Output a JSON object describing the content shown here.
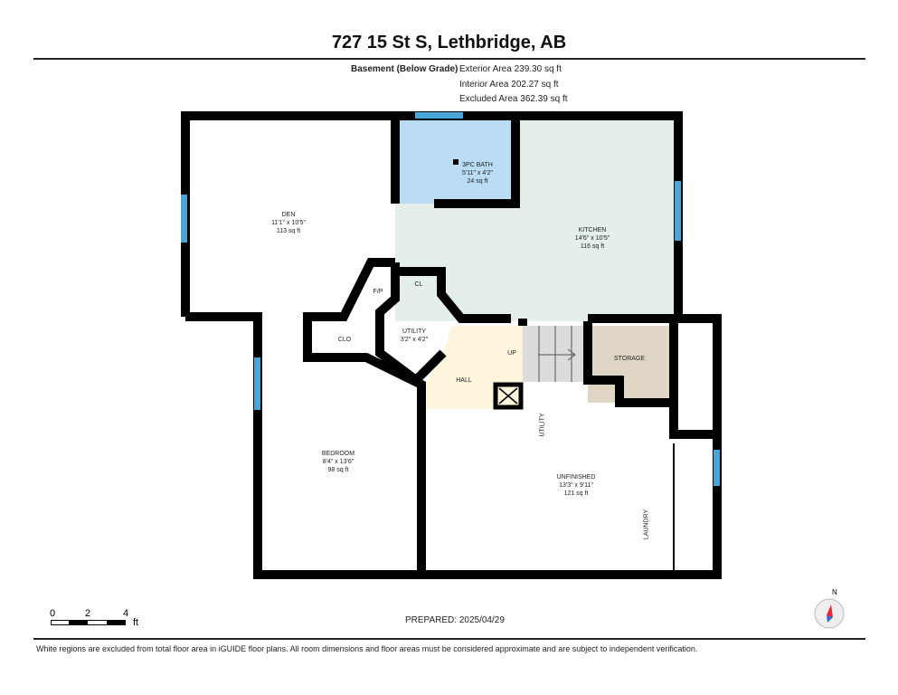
{
  "title": "727 15 St S, Lethbridge, AB",
  "floor": {
    "name": "Basement (Below Grade)",
    "exterior": "Exterior Area 239.30 sq ft",
    "interior": "Interior Area 202.27 sq ft",
    "excluded": "Excluded Area 362.39 sq ft"
  },
  "rooms": {
    "den": {
      "name": "DEN",
      "dims": "11'1\" x 10'5\"",
      "area": "113 sq ft"
    },
    "bath": {
      "name": "3PC BATH",
      "dims": "5'11\" x 4'2\"",
      "area": "24 sq ft"
    },
    "kitchen": {
      "name": "KITCHEN",
      "dims": "14'6\" x 10'5\"",
      "area": "116 sq ft"
    },
    "fp": "F/P",
    "cl": "CL",
    "clo": "CLO",
    "utility": {
      "name": "UTILITY",
      "dims": "3'2\" x 4'2\""
    },
    "hall": "HALL",
    "up": "UP",
    "storage": "STORAGE",
    "utility2": "UTILITY",
    "laundry": "LAUNDRY",
    "bedroom": {
      "name": "BEDROOM",
      "dims": "8'4\" x 13'6\"",
      "area": "98 sq ft"
    },
    "unfinished": {
      "name": "UNFINISHED",
      "dims": "13'3\" x 9'11\"",
      "area": "121 sq ft"
    }
  },
  "scale": {
    "t0": "0",
    "t2": "2",
    "t4": "4",
    "unit": "ft"
  },
  "compass": "N",
  "prepared": "PREPARED: 2025/04/29",
  "footer": "White regions are excluded from total floor area in iGUIDE floor plans. All room dimensions and floor areas must be considered approximate and are subject to independent verification."
}
